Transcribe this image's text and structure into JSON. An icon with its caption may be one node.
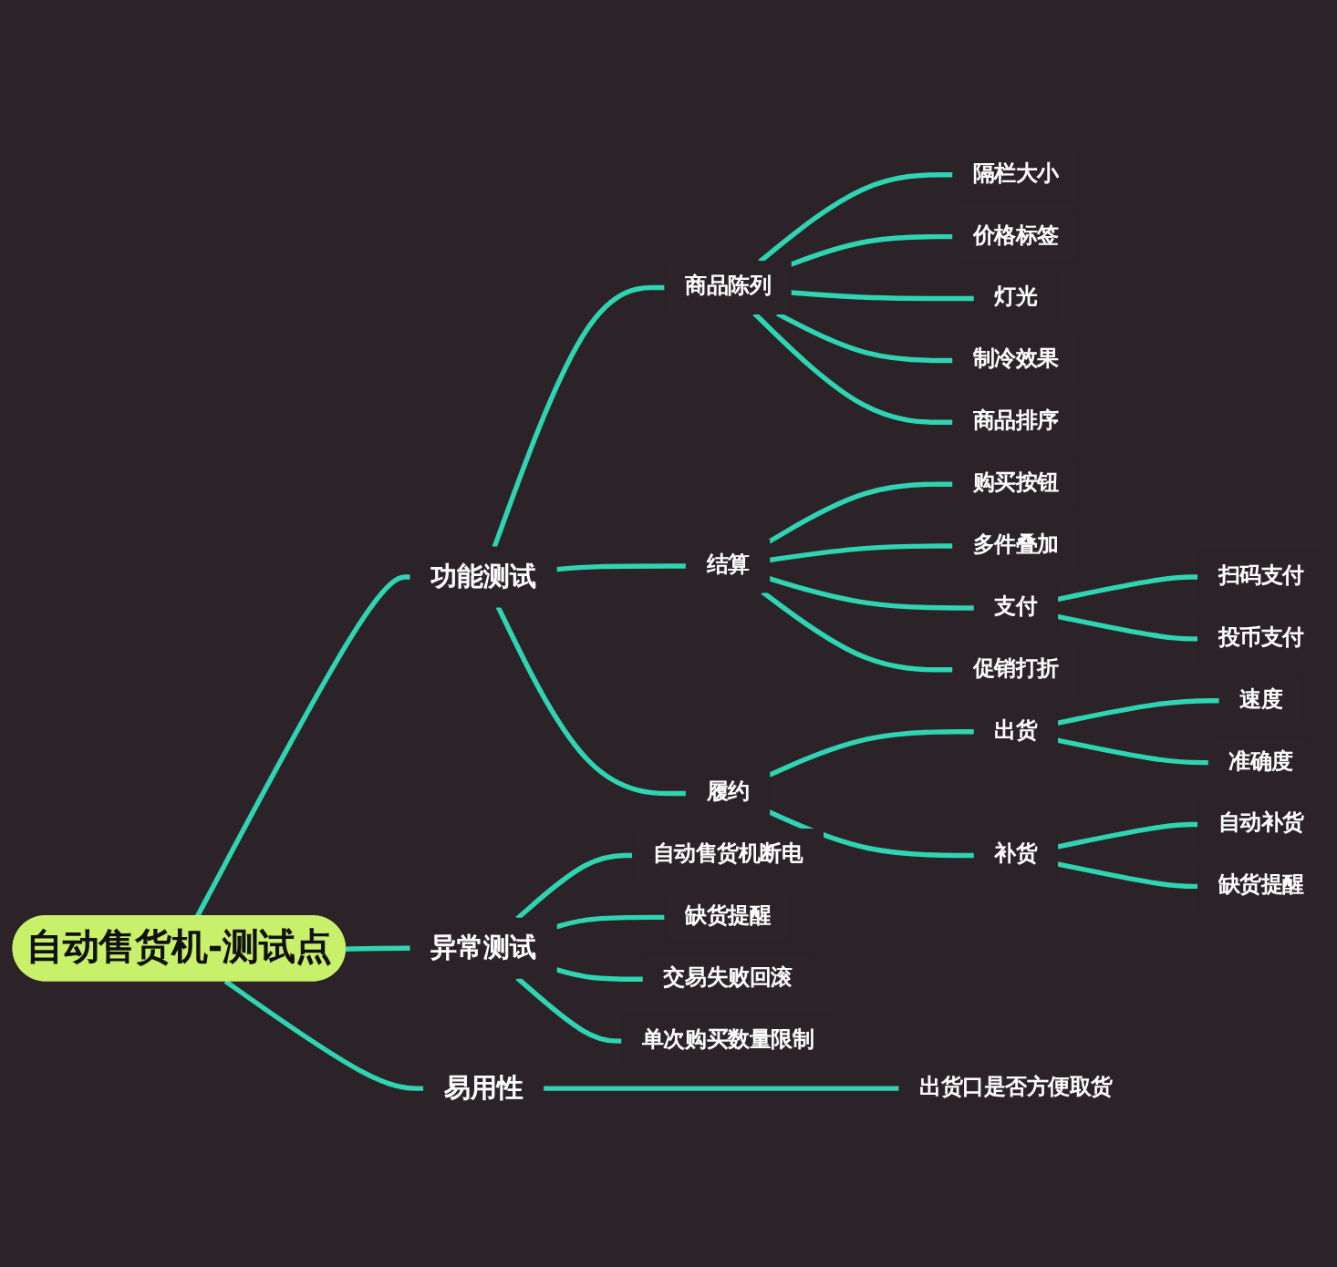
{
  "diagram": {
    "nodes": [
      {
        "text": [
          "自动售货机-测试点"
        ]
      },
      {
        "text": [
          "功能测试"
        ]
      },
      {
        "text": [
          "商品陈列"
        ]
      },
      {
        "text": [
          "隔栏大小"
        ]
      },
      {
        "text": [
          "价格标签"
        ]
      },
      {
        "text": [
          "灯光"
        ]
      },
      {
        "text": [
          "制冷效果"
        ]
      },
      {
        "text": [
          "商品排序"
        ]
      },
      {
        "text": [
          "结算"
        ]
      },
      {
        "text": [
          "购买按钮"
        ]
      },
      {
        "text": [
          "多件叠加"
        ]
      },
      {
        "text": [
          "支付"
        ]
      },
      {
        "text": [
          "扫码支付"
        ]
      },
      {
        "text": [
          "投币支付"
        ]
      },
      {
        "text": [
          "促销打折"
        ]
      },
      {
        "text": [
          "履约"
        ]
      },
      {
        "text": [
          "出货"
        ]
      },
      {
        "text": [
          "速度"
        ]
      },
      {
        "text": [
          "准确度"
        ]
      },
      {
        "text": [
          "补货"
        ]
      },
      {
        "text": [
          "自动补货"
        ]
      },
      {
        "text": [
          "缺货提醒"
        ]
      },
      {
        "text": [
          "易用性"
        ]
      },
      {
        "text": [
          "出货口是否方便取货"
        ]
      },
      {
        "text": [
          "异常测试"
        ]
      },
      {
        "text": [
          "自动售货机断电"
        ]
      },
      {
        "text": [
          "缺货提醒"
        ]
      },
      {
        "text": [
          "交易失败回滚"
        ]
      },
      {
        "text": [
          "单次购买数量限制"
        ]
      }
    ],
    "edges": [
      {
        "from": 0,
        "to": 1,
        "arrow": "none"
      },
      {
        "from": 1,
        "to": 2,
        "arrow": "none"
      },
      {
        "from": 2,
        "to": 3,
        "arrow": "none"
      },
      {
        "from": 2,
        "to": 4,
        "arrow": "none"
      },
      {
        "from": 2,
        "to": 5,
        "arrow": "none"
      },
      {
        "from": 2,
        "to": 6,
        "arrow": "none"
      },
      {
        "from": 2,
        "to": 7,
        "arrow": "none"
      },
      {
        "from": 1,
        "to": 8,
        "arrow": "none"
      },
      {
        "from": 8,
        "to": 9,
        "arrow": "none"
      },
      {
        "from": 8,
        "to": 10,
        "arrow": "none"
      },
      {
        "from": 8,
        "to": 11,
        "arrow": "none"
      },
      {
        "from": 11,
        "to": 12,
        "arrow": "none"
      },
      {
        "from": 11,
        "to": 13,
        "arrow": "none"
      },
      {
        "from": 8,
        "to": 14,
        "arrow": "none"
      },
      {
        "from": 1,
        "to": 15,
        "arrow": "none"
      },
      {
        "from": 15,
        "to": 16,
        "arrow": "none"
      },
      {
        "from": 16,
        "to": 17,
        "arrow": "none"
      },
      {
        "from": 16,
        "to": 18,
        "arrow": "none"
      },
      {
        "from": 15,
        "to": 19,
        "arrow": "none"
      },
      {
        "from": 19,
        "to": 20,
        "arrow": "none"
      },
      {
        "from": 19,
        "to": 21,
        "arrow": "none"
      },
      {
        "from": 0,
        "to": 22,
        "arrow": "none"
      },
      {
        "from": 22,
        "to": 23,
        "arrow": "none"
      },
      {
        "from": 0,
        "to": 24,
        "arrow": "none"
      },
      {
        "from": 24,
        "to": 25,
        "arrow": "none"
      },
      {
        "from": 24,
        "to": 26,
        "arrow": "none"
      },
      {
        "from": 24,
        "to": 27,
        "arrow": "none"
      },
      {
        "from": 24,
        "to": 28,
        "arrow": "none"
      }
    ]
  }
}
